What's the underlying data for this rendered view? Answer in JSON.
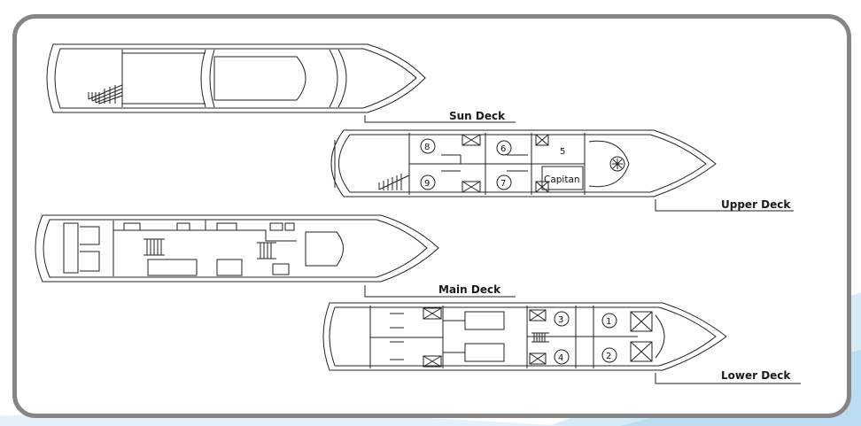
{
  "decks": [
    {
      "name": "Sun Deck",
      "cabins": []
    },
    {
      "name": "Upper Deck",
      "cabins": [
        "8",
        "6",
        "5",
        "9",
        "7"
      ],
      "room_label": "Capitan"
    },
    {
      "name": "Main Deck",
      "cabins": []
    },
    {
      "name": "Lower Deck",
      "cabins": [
        "3",
        "1",
        "4",
        "2"
      ]
    }
  ],
  "colors": {
    "frame": "#858585",
    "line": "#222222",
    "wave": "#bcdcf2"
  }
}
